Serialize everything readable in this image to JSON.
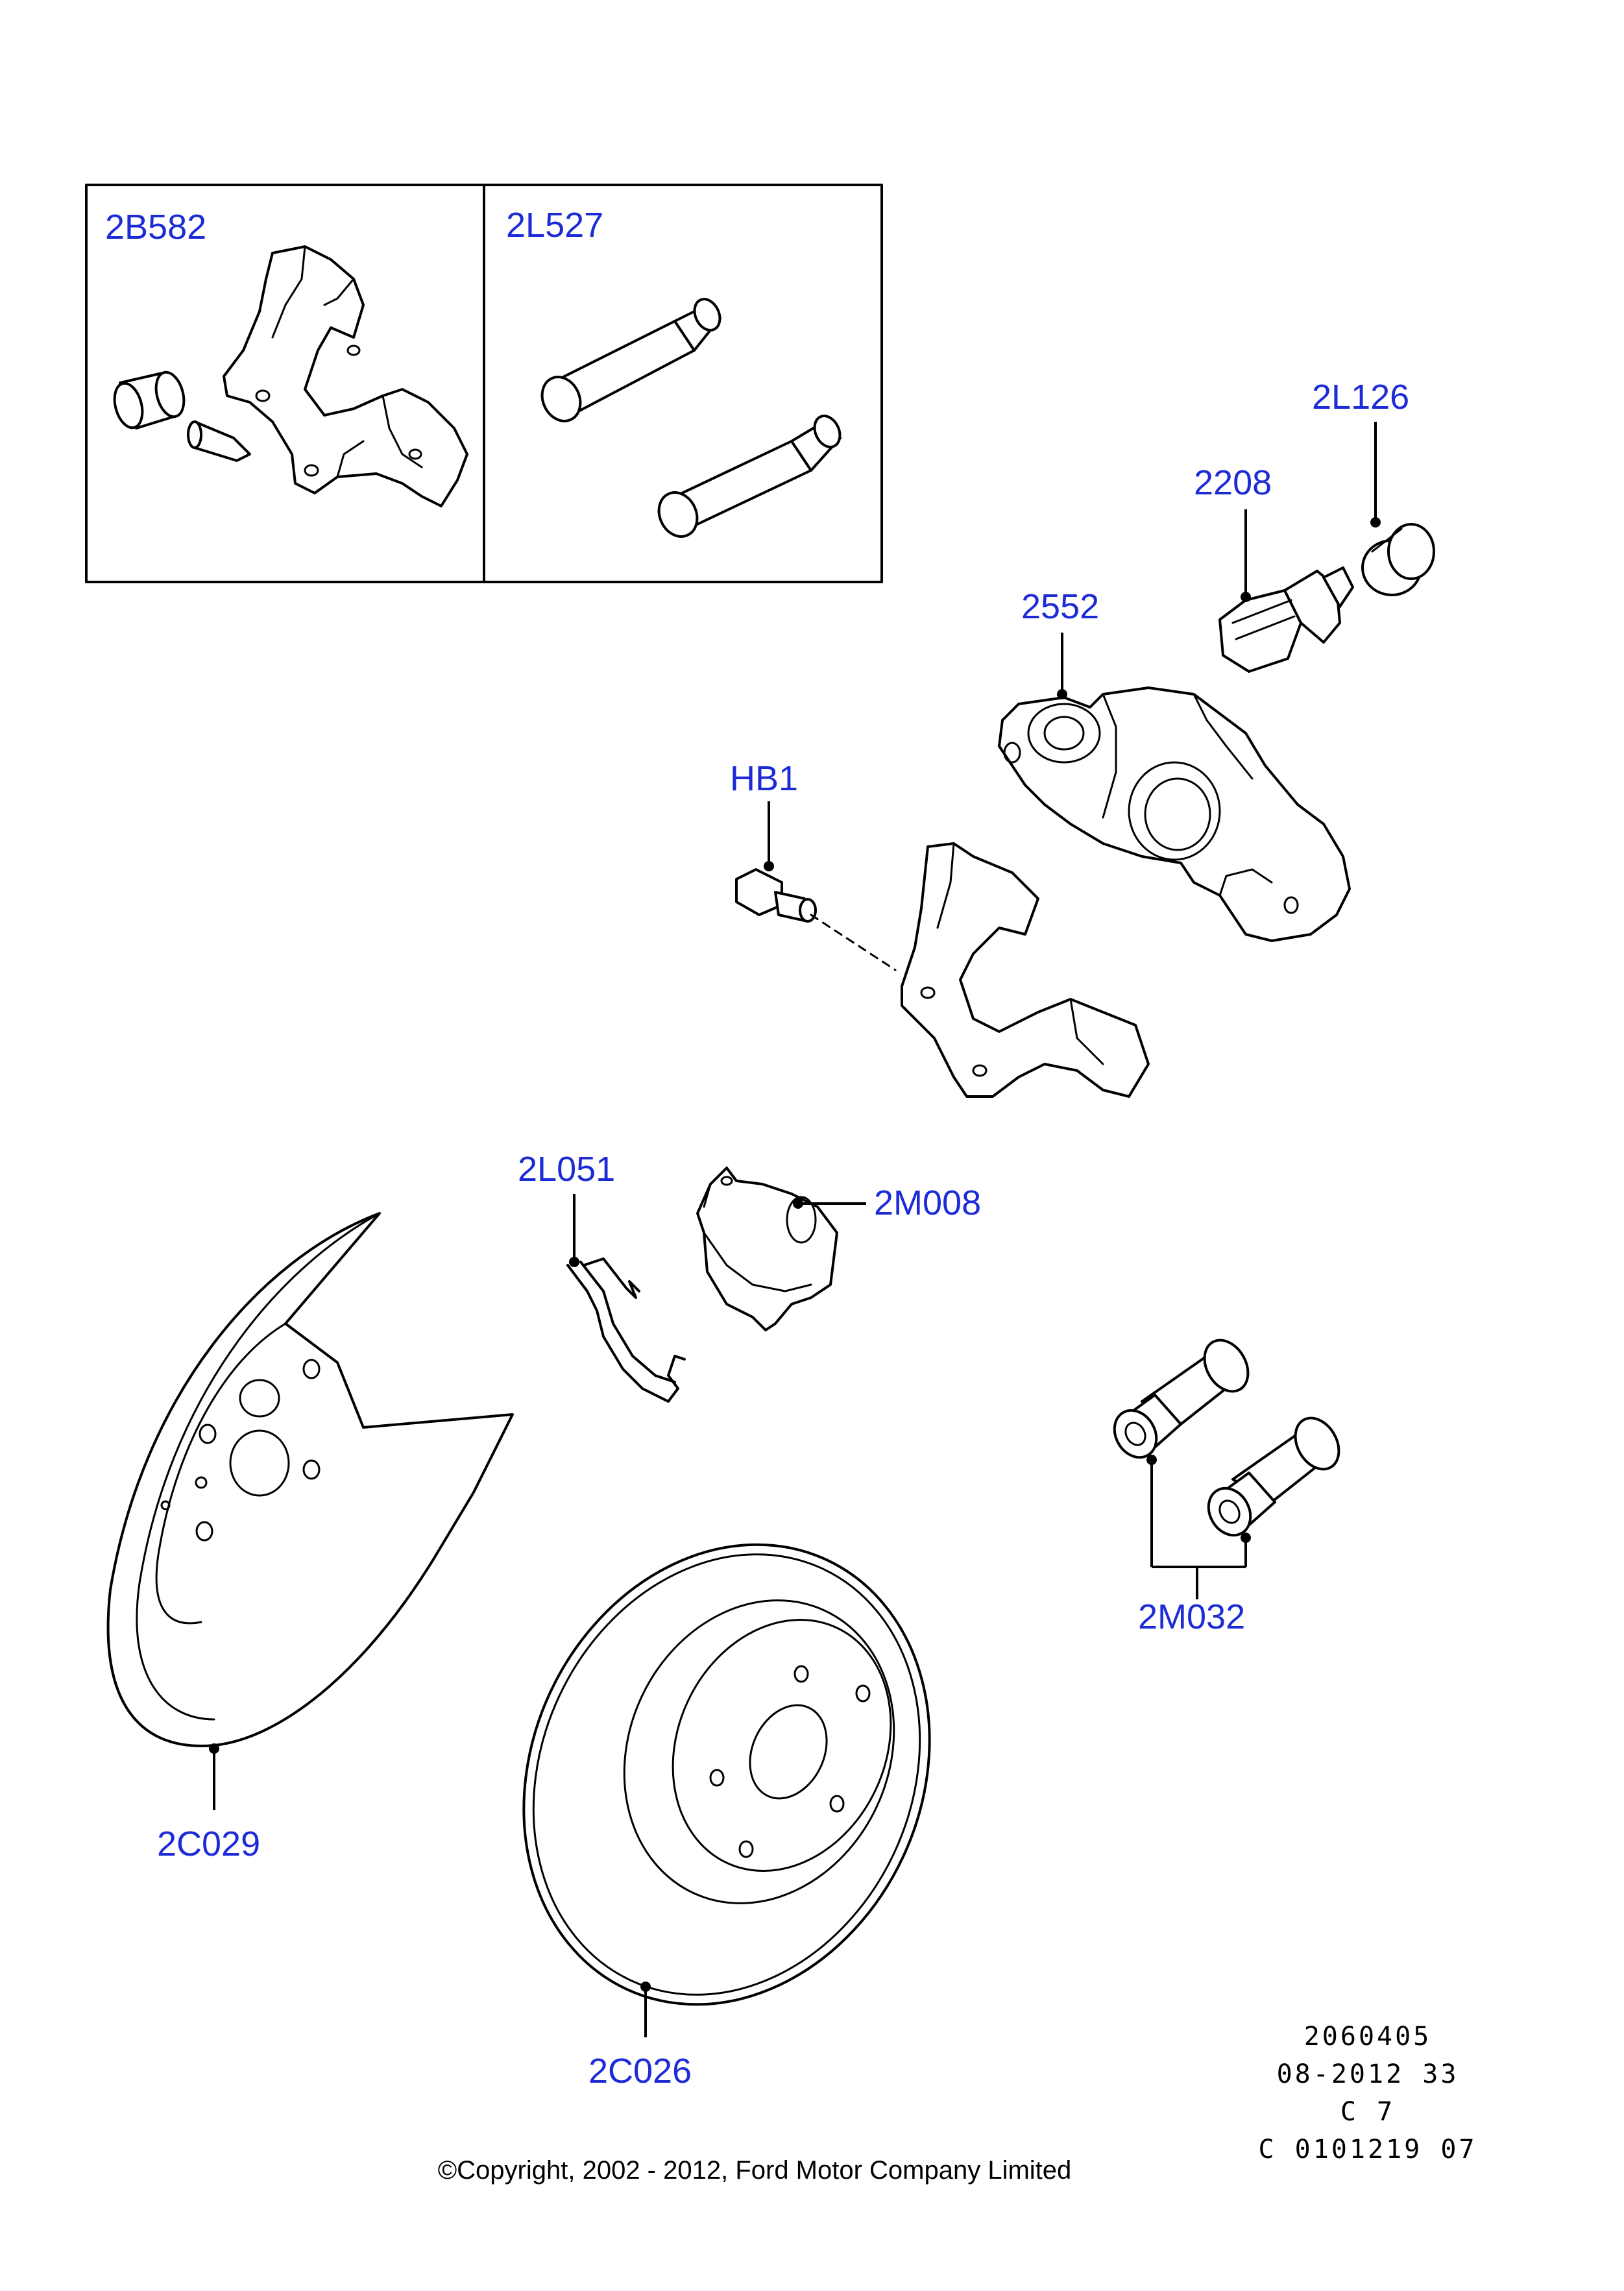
{
  "callouts": {
    "kit_caliper_carrier": "2B582",
    "kit_guide_pins": "2L527",
    "dust_cap": "2L126",
    "bleed_screw": "2208",
    "caliper": "2552",
    "bolt": "HB1",
    "spring_clip": "2L051",
    "brake_pad": "2M008",
    "bushings": "2M032",
    "splash_shield": "2C029",
    "brake_disc": "2C026"
  },
  "reference": {
    "line1": "2060405",
    "line2": "08-2012 33",
    "line3": "C 7",
    "line4": "C 0101219 07"
  },
  "copyright": "©Copyright, 2002 - 2012, Ford Motor Company Limited"
}
